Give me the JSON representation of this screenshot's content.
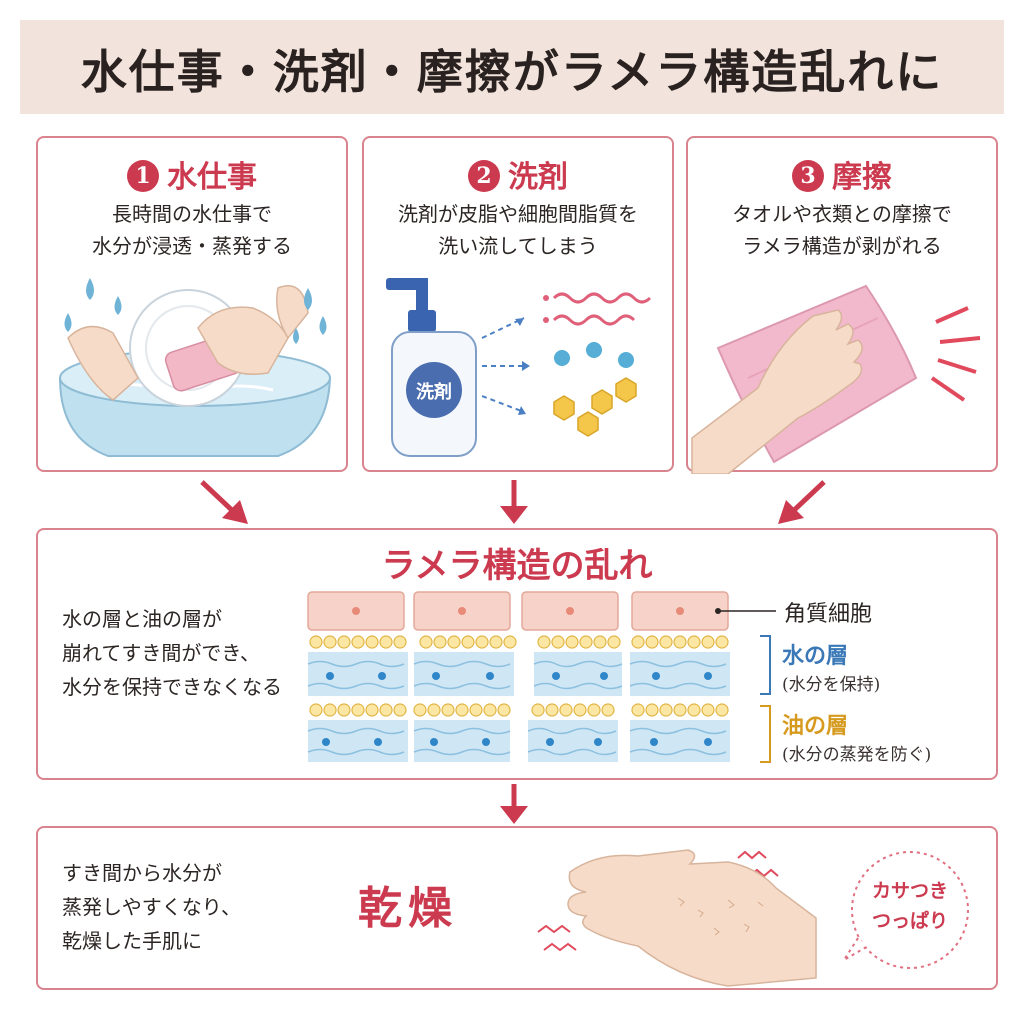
{
  "title": "水仕事・洗剤・摩擦がラメラ構造乱れに",
  "causes": [
    {
      "num": "1",
      "title": "水仕事",
      "lines": [
        "長時間の水仕事で",
        "水分が浸透・蒸発する"
      ]
    },
    {
      "num": "2",
      "title": "洗剤",
      "lines": [
        "洗剤が皮脂や細胞間脂質を",
        "洗い流してしまう"
      ]
    },
    {
      "num": "3",
      "title": "摩擦",
      "lines": [
        "タオルや衣類との摩擦で",
        "ラメラ構造が剥がれる"
      ]
    }
  ],
  "bottle_label": "洗剤",
  "lamella": {
    "title": "ラメラ構造の乱れ",
    "lines": [
      "水の層と油の層が",
      "崩れてすき間ができ、",
      "水分を保持できなくなる"
    ],
    "label_cells": "角質細胞",
    "label_water": "水の層",
    "label_water_sub": "(水分を保持)",
    "label_oil": "油の層",
    "label_oil_sub": "(水分の蒸発を防ぐ)"
  },
  "dryness": {
    "title": "乾燥",
    "lines": [
      "すき間から水分が",
      "蒸発しやすくなり、",
      "乾燥した手肌に"
    ],
    "bubble_lines": [
      "カサつき",
      "つっぱり"
    ]
  },
  "colors": {
    "accent": "#cc3a4f",
    "water_label": "#3a78b8",
    "oil_label": "#d69a1e",
    "banner": "#f2e4dc"
  }
}
